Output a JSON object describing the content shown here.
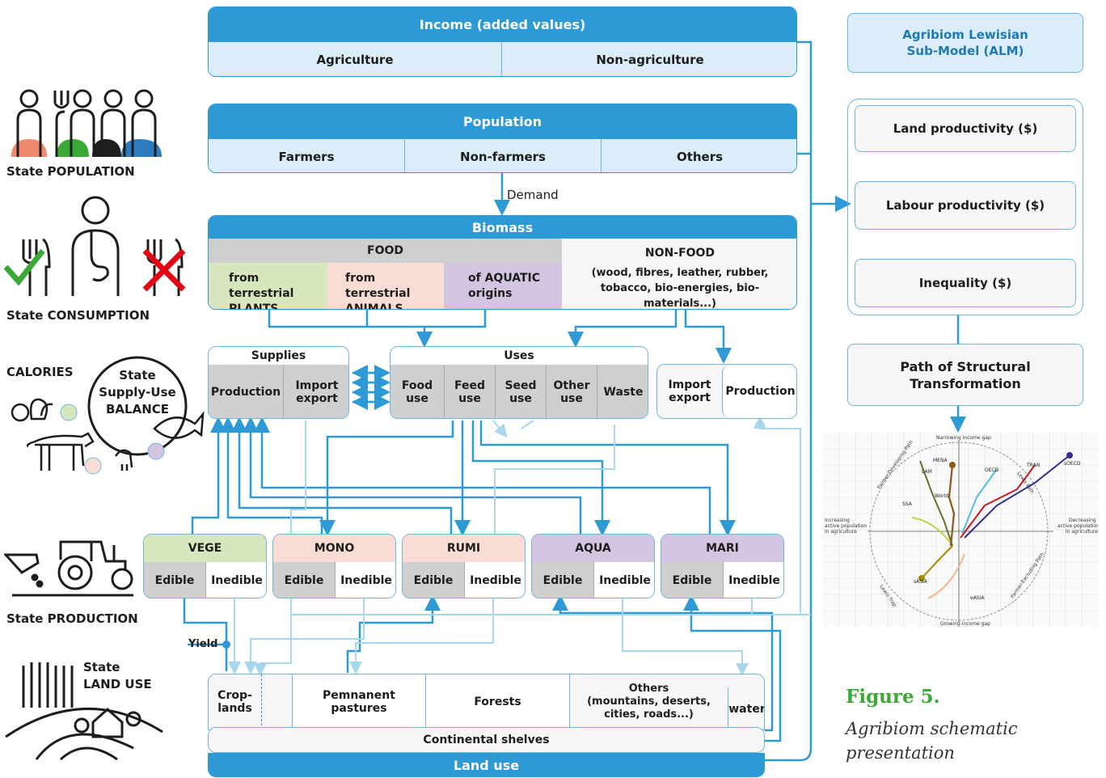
{
  "income": {
    "title": "Income (added values)",
    "agriculture": "Agriculture",
    "non_agriculture": "Non-agriculture"
  },
  "population": {
    "title": "Population",
    "farmers": "Farmers",
    "non_farmers": "Non-farmers",
    "others": "Others"
  },
  "demand": "Demand",
  "biomass": {
    "title": "Biomass",
    "food": "FOOD",
    "non_food": "NON-FOOD",
    "non_food_detail": "(wood, fibres, leather, rubber, tobacco, bio-energies, bio-materials...)",
    "plants_1": "from terrestrial",
    "plants_2": "PLANTS",
    "animals_1": "from terrestrial",
    "animals_2": "ANIMALS",
    "aquatic_1": "of AQUATIC",
    "aquatic_2": "origins"
  },
  "supplies": {
    "title": "Supplies",
    "production": "Production",
    "import_1": "Import",
    "import_2": "export"
  },
  "uses": {
    "title": "Uses",
    "food_1": "Food",
    "food_2": "use",
    "feed_1": "Feed",
    "feed_2": "use",
    "seed_1": "Seed",
    "seed_2": "use",
    "other_1": "Other",
    "other_2": "use",
    "waste": "Waste"
  },
  "nonfood_flow": {
    "import_1": "Import",
    "import_2": "export",
    "production": "Production"
  },
  "production_sectors": [
    {
      "name": "VEGE",
      "edible": "Edible",
      "inedible": "Inedible",
      "color": "#d6e6bd"
    },
    {
      "name": "MONO",
      "edible": "Edible",
      "inedible": "Inedible",
      "color": "#f9ddd4"
    },
    {
      "name": "RUMI",
      "edible": "Edible",
      "inedible": "Inedible",
      "color": "#f9ddd4"
    },
    {
      "name": "AQUA",
      "edible": "Edible",
      "inedible": "Inedible",
      "color": "#d3c4e2"
    },
    {
      "name": "MARI",
      "edible": "Edible",
      "inedible": "Inedible",
      "color": "#d3c4e2"
    }
  ],
  "yield": "Yield",
  "land": {
    "crop_1": "Crop-",
    "crop_2": "lands",
    "past_1": "Pemnanent",
    "past_2": "pastures",
    "forests": "Forests",
    "others_1": "Others",
    "others_2": "(mountains, deserts,",
    "others_3": "cities, roads...)",
    "water": "water",
    "shelves": "Continental shelves",
    "title": "Land use"
  },
  "left_labels": {
    "population": "State POPULATION",
    "consumption": "State CONSUMPTION",
    "calories": "CALORIES",
    "balance_1": "State",
    "balance_2": "Supply-Use",
    "balance_3": "BALANCE",
    "production": "State PRODUCTION",
    "land_1": "State",
    "land_2": "LAND USE"
  },
  "alm": {
    "title_1": "Agribiom Lewisian",
    "title_2": "Sub-Model (ALM)",
    "land": "Land productivity ($)",
    "labour": "Labour productivity ($)",
    "inequality": "Inequality ($)",
    "path_1": "Path of Structural",
    "path_2": "Transformation"
  },
  "figure": {
    "label": "Figure 5.",
    "caption_1": "Agribiom schematic",
    "caption_2": "presentation"
  },
  "mini_chart": {
    "top": "Narrowing income gap",
    "bottom": "Growing income gap",
    "left_1": "Increasing",
    "left_2": "active population",
    "left_3": "in agriculture",
    "right_1": "Decreasing",
    "right_2": "active population",
    "right_3": "in agriculture",
    "regions": [
      "MENA",
      "LAM",
      "World",
      "SSA",
      "OECD",
      "TRAN",
      "sOECD",
      "sASIA",
      "eASIA"
    ],
    "paths": [
      "Farmer-Developing Path",
      "Lewis Path",
      "Lewis Trap",
      "Farmer-Excluding Path"
    ]
  },
  "colors": {
    "blue": "#2d9ad6",
    "light_blue": "#daedf8",
    "light_arrow": "#a9d6ef",
    "green": "#3aa935",
    "red": "#e30613"
  }
}
